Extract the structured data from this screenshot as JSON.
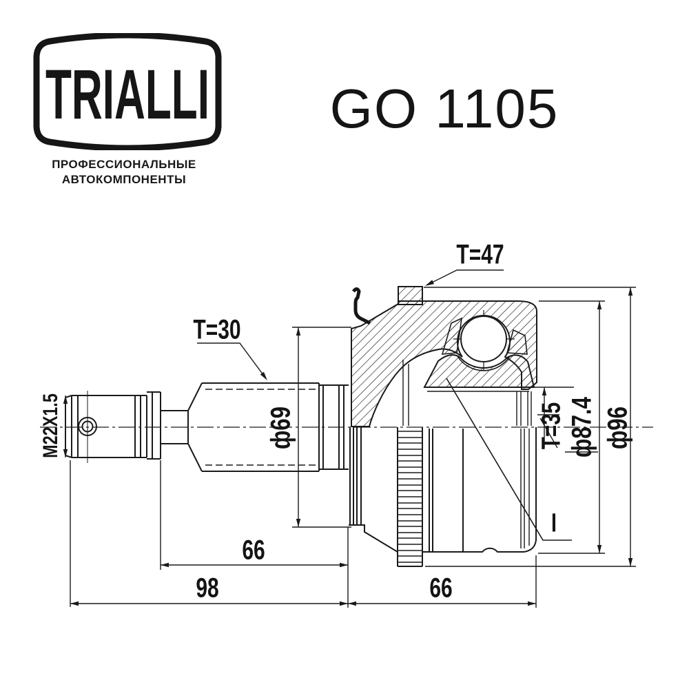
{
  "brand": {
    "logo_text": "TRIALLI",
    "tagline_line1": "ПРОФЕССИОНАЛЬНЫЕ",
    "tagline_line2": "АВТОКОМПОНЕНТЫ"
  },
  "part_code": "GO 1105",
  "drawing": {
    "type": "CV joint (outer) technical drawing",
    "labels": {
      "abs_ring_teeth": "T=47",
      "shaft_spline_teeth": "T=30",
      "thread_spec": "M22X1.5",
      "boot_flange_diameter": "ф69",
      "inner_spline_teeth": "T=35",
      "body_diameter": "ф87.4",
      "abs_ring_diameter": "ф96",
      "spline_section_length": "66",
      "shaft_length": "98",
      "joint_body_length": "66",
      "detail_marker": "I"
    },
    "line_color": "#1a1a1a",
    "background_color": "#ffffff"
  }
}
